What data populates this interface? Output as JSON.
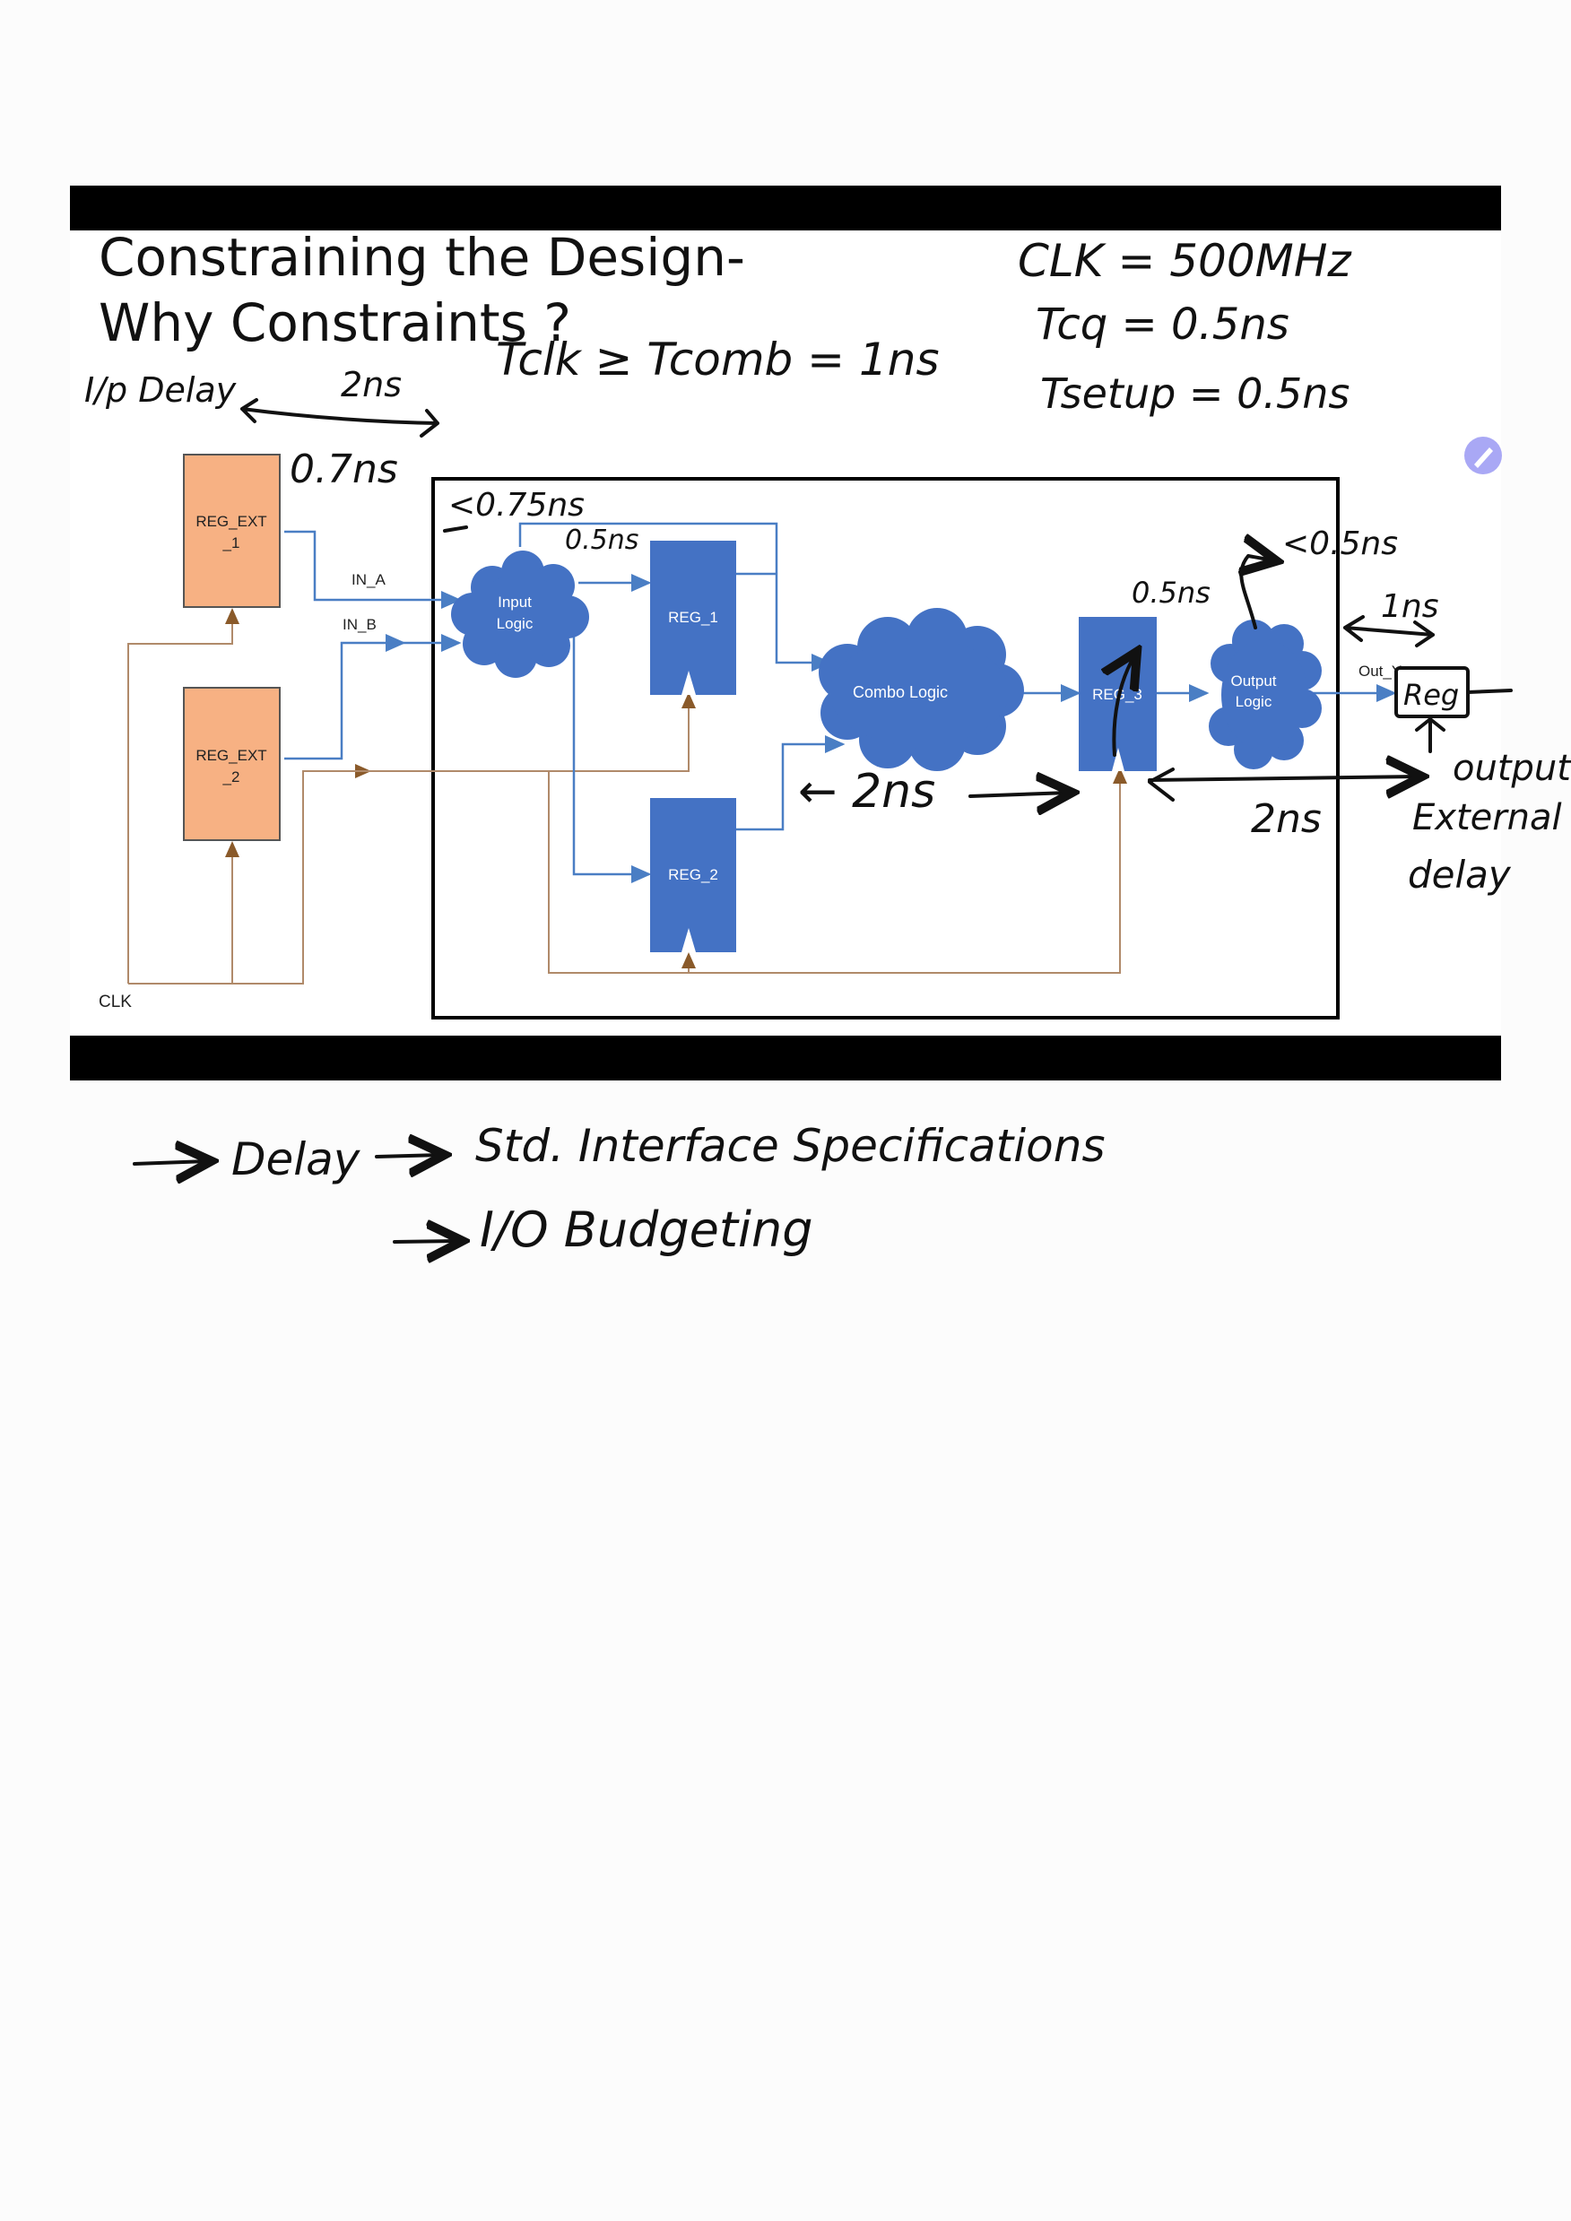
{
  "slide": {
    "title_line1": "Constraining the Design-",
    "title_line2": "Why Constraints ?",
    "clk_label": "CLK"
  },
  "blocks": {
    "reg_ext_1": [
      "REG_EXT",
      "_1"
    ],
    "reg_ext_2": [
      "REG_EXT",
      "_2"
    ],
    "input_logic": [
      "Input",
      "Logic"
    ],
    "reg_1": "REG_1",
    "reg_2": "REG_2",
    "combo_logic": "Combo Logic",
    "reg_3": "REG_3",
    "output_logic": [
      "Output",
      "Logic"
    ]
  },
  "signals": {
    "in_a": "IN_A",
    "in_b": "IN_B",
    "out": "Out_Y"
  },
  "annotations": {
    "clk_freq": "CLK = 500MHz",
    "tcq": "Tcq = 0.5ns",
    "tsetup": "Tsetup = 0.5ns",
    "ip_delay": "I/p Delay",
    "ip_delay_val": "2ns",
    "tclk_eq": "Tclk ≥ Tcomb = 1ns",
    "ext_in": "0.7ns",
    "in_budget": "<0.75ns",
    "in_half": "0.5ns",
    "reg3_half": "0.5ns",
    "out_budget": "<0.5ns",
    "out_1ns": "1ns",
    "combo_2ns": "← 2ns",
    "out_2ns": "2ns",
    "reg": "Reg",
    "output_external_delay": [
      "output",
      "External",
      "delay"
    ],
    "delay": "Delay",
    "std_interface": "Std. Interface Specifications",
    "io_budgeting": "I/O Budgeting"
  },
  "colors": {
    "reg_fill": "#4472c4",
    "ext_fill": "#f7b183",
    "wire_blue": "#4a7ec4",
    "wire_clock": "#b08a6a",
    "bar": "#000000",
    "pen_badge": "#a9a8f5"
  }
}
